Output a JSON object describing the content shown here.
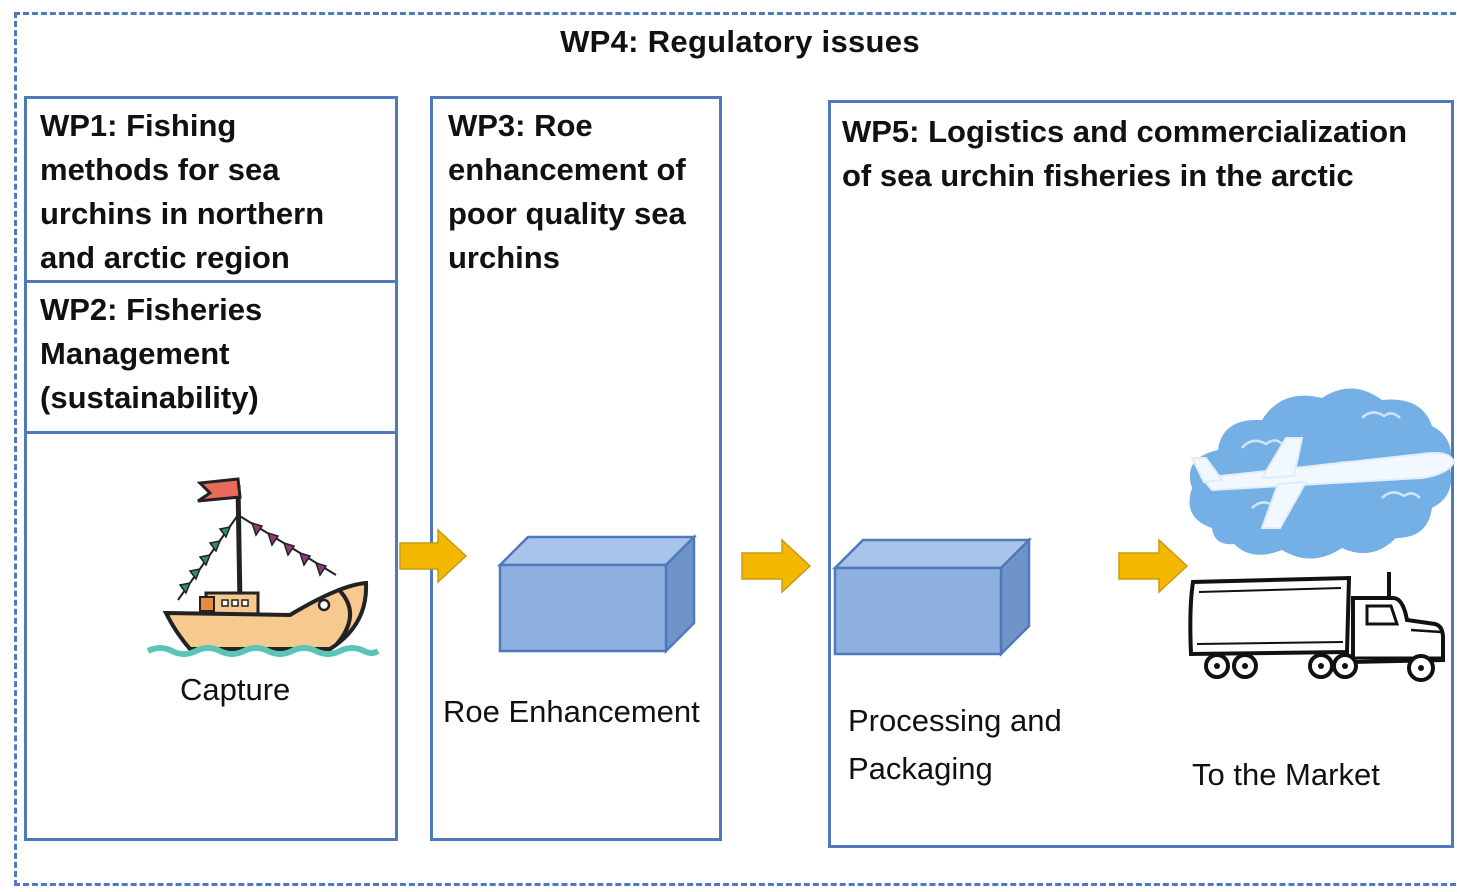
{
  "diagram": {
    "wp4": {
      "title": "WP4: Regulatory  issues"
    },
    "wp1": {
      "title": "WP1: Fishing\nmethods for sea\nurchins in northern\nand arctic region"
    },
    "wp2": {
      "title": "WP2: Fisheries\nManagement\n(sustainability)"
    },
    "wp3": {
      "title": "WP3: Roe\nenhancement of\npoor quality sea\nurchins"
    },
    "wp5": {
      "title": "WP5: Logistics and commercialization\nof sea urchin fisheries in the arctic"
    },
    "stages": {
      "capture": "Capture",
      "roe_enhancement": "Roe Enhancement",
      "processing": "Processing and\nPackaging",
      "market": "To the Market"
    },
    "colors": {
      "border": "#4f79b9",
      "cube_front": "#8eb0e0",
      "cube_top": "#a9c4ea",
      "cube_side": "#6f94c8",
      "arrow": "#f5b800",
      "cloud": "#74b0e6",
      "boat_hull": "#f6c98e",
      "flag": "#e96a5a",
      "water": "#5cc3b6"
    },
    "icons": [
      "sailboat-icon",
      "cube-icon",
      "arrow-right-icon",
      "airplane-cloud-icon",
      "truck-icon"
    ]
  }
}
